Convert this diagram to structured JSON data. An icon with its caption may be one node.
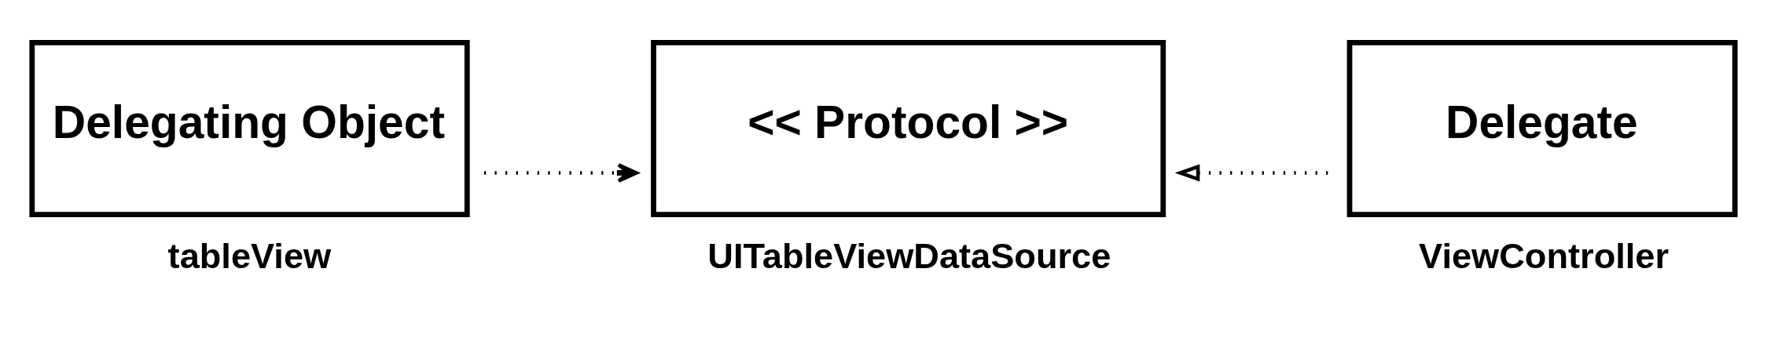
{
  "diagram": {
    "nodes": [
      {
        "text": [
          "Delegating Object"
        ],
        "beside": [
          "tableView"
        ]
      },
      {
        "text": [
          "<< Protocol >>"
        ],
        "beside": [
          "UITableViewDataSource"
        ]
      },
      {
        "text": [
          "Delegate"
        ],
        "beside": [
          "ViewController"
        ]
      }
    ],
    "edges": [
      {
        "from": 0,
        "to": 1,
        "arrow": "to",
        "style": "dashed"
      },
      {
        "from": 2,
        "to": 1,
        "arrow": "to",
        "style": "dashed"
      }
    ]
  }
}
